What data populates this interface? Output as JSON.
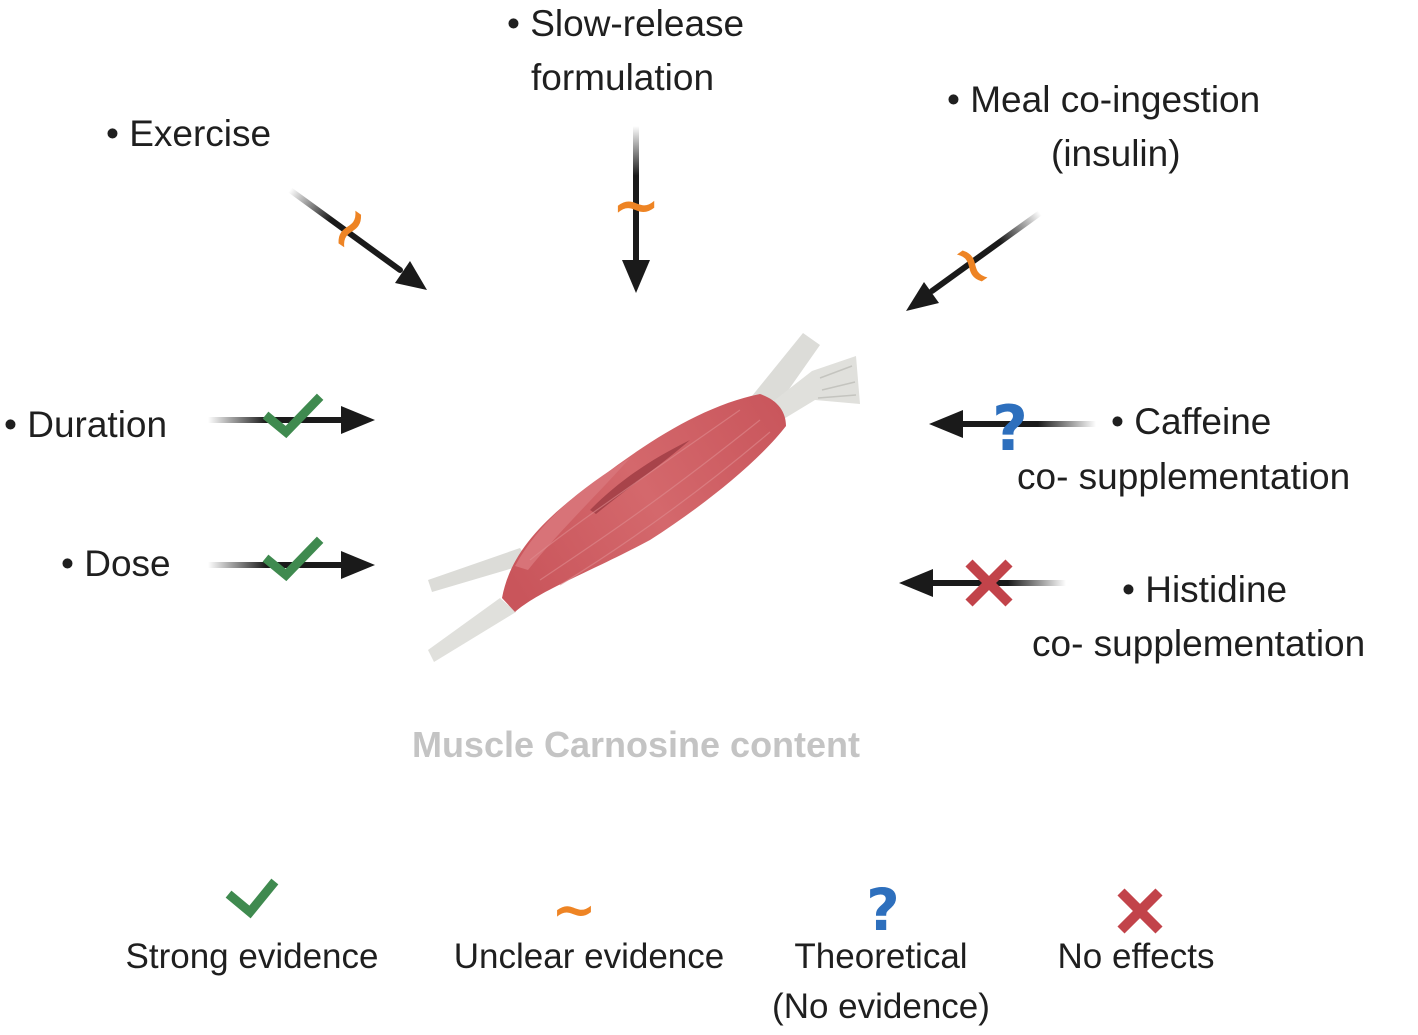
{
  "factors": {
    "exercise": {
      "line1": "• Exercise",
      "evidence": "unclear"
    },
    "slow_release": {
      "line1": "• Slow-release",
      "line2": "formulation",
      "evidence": "unclear"
    },
    "meal": {
      "line1": "• Meal co-ingestion",
      "line2": "(insulin)",
      "evidence": "unclear"
    },
    "duration": {
      "line1": "• Duration",
      "evidence": "strong"
    },
    "dose": {
      "line1": "• Dose",
      "evidence": "strong"
    },
    "caffeine": {
      "line1": "• Caffeine",
      "line2": "co- supplementation",
      "evidence": "theoretical"
    },
    "histidine": {
      "line1": "• Histidine",
      "line2": "co- supplementation",
      "evidence": "none"
    }
  },
  "center_label": "Muscle Carnosine content",
  "legend": {
    "strong": {
      "label": "Strong evidence",
      "icon": "check-icon"
    },
    "unclear": {
      "label": "Unclear evidence",
      "icon": "tilde-icon"
    },
    "theoretical": {
      "line1": "Theoretical",
      "line2": "(No evidence)",
      "icon": "question-icon"
    },
    "none": {
      "label": "No effects",
      "icon": "cross-icon"
    }
  },
  "symbols": {
    "unclear": "~",
    "theoretical": "?"
  },
  "colors": {
    "strong": "#3f8a4f",
    "unclear": "#ee8424",
    "theoretical": "#2d6fbd",
    "none": "#c2434a",
    "arrow": "#1a1a1a",
    "center_label": "#c4c4c4",
    "muscle": "#cf6266",
    "tendon": "#dcdcd8"
  }
}
